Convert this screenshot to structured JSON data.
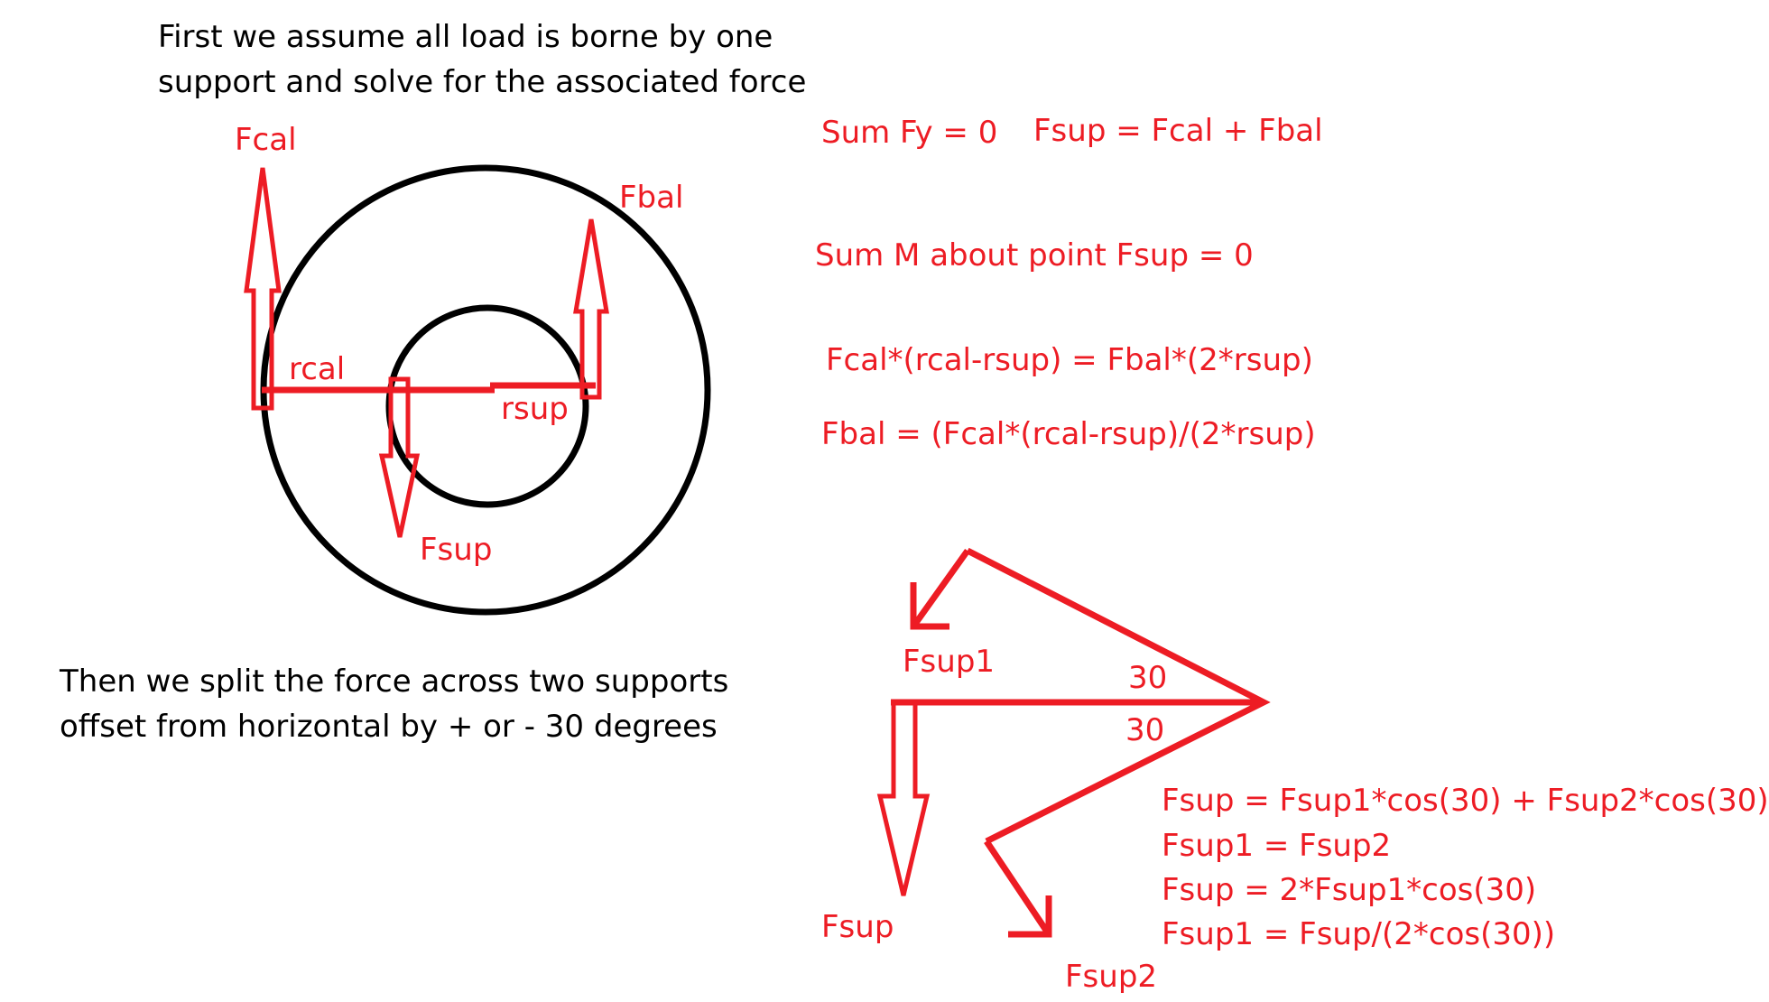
{
  "notes": {
    "top_line1": "First we assume all load is borne by one",
    "top_line2": "support and solve for the associated force",
    "bottom_line1": "Then we split the force across two supports",
    "bottom_line2": "offset from horizontal by + or - 30 degrees"
  },
  "labels": {
    "fcal": "Fcal",
    "fbal": "Fbal",
    "rcal": "rcal",
    "rsup": "rsup",
    "fsup_top": "Fsup",
    "fsup1": "Fsup1",
    "fsup_bottom": "Fsup",
    "fsup2": "Fsup2",
    "angle_upper": "30",
    "angle_lower": "30"
  },
  "equations": {
    "sum_fy": "Sum Fy = 0",
    "fsup_sum": "Fsup = Fcal + Fbal",
    "sum_m": "Sum M about point Fsup = 0",
    "moment_eq": "Fcal*(rcal-rsup) = Fbal*(2*rsup)",
    "fbal_eq": "Fbal = (Fcal*(rcal-rsup)/(2*rsup)",
    "split1": "Fsup = Fsup1*cos(30) + Fsup2*cos(30)",
    "split2": "Fsup1 = Fsup2",
    "split3": "Fsup = 2*Fsup1*cos(30)",
    "split4": "Fsup1 = Fsup/(2*cos(30))"
  },
  "colors": {
    "ink_black": "#000000",
    "ink_red": "#ed1c24",
    "background": "#ffffff"
  }
}
